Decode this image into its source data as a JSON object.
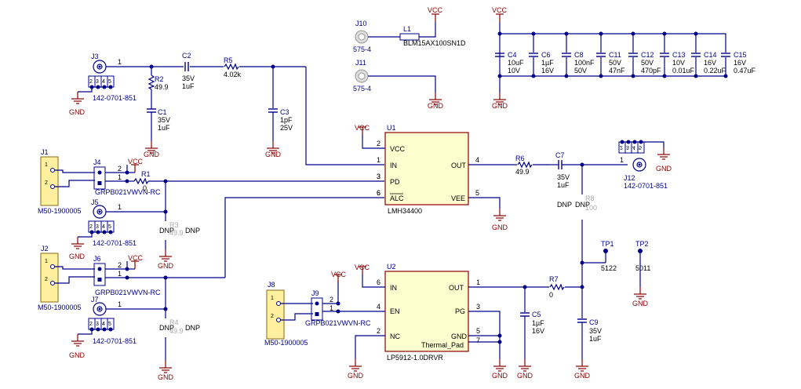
{
  "symbols": {
    "vcc": "VCC",
    "gnd": "GND"
  },
  "j1": {
    "ref": "J1",
    "part": "M50-1900005"
  },
  "j2": {
    "ref": "J2",
    "part": "M50-1900005"
  },
  "j8": {
    "ref": "J8",
    "part": "M50-1900005"
  },
  "j4": {
    "ref": "J4",
    "part": "GRPB021VWVN-RC"
  },
  "j6": {
    "ref": "J6",
    "part": "GRPB021VWVN-RC"
  },
  "j9": {
    "ref": "J9",
    "part": "GRPB021VWVN-RC"
  },
  "j3": {
    "ref": "J3",
    "part": "142-0701-851"
  },
  "j5": {
    "ref": "J5",
    "part": "142-0701-851"
  },
  "j7": {
    "ref": "J7",
    "part": "142-0701-851"
  },
  "j12": {
    "ref": "J12",
    "part": "142-0701-851"
  },
  "j10": {
    "ref": "J10",
    "part": "575-4"
  },
  "j11": {
    "ref": "J11",
    "part": "575-4"
  },
  "l1": {
    "ref": "L1",
    "part": "BLM15AX100SN1D"
  },
  "r1": {
    "ref": "R1",
    "value": "0"
  },
  "r2": {
    "ref": "R2",
    "value": "49.9"
  },
  "r3": {
    "ref": "R3",
    "value": "49.9",
    "dnp": "DNP",
    "dnp2": "DNP"
  },
  "r4": {
    "ref": "R4",
    "value": "49.9",
    "dnp": "DNP",
    "dnp2": "DNP"
  },
  "r5": {
    "ref": "R5",
    "value": "4.02k"
  },
  "r6": {
    "ref": "R6",
    "value": "49.9"
  },
  "r7": {
    "ref": "R7",
    "value": "0"
  },
  "r8": {
    "ref": "R8",
    "value": "100",
    "dnp": "DNP",
    "dnp2": "DNP"
  },
  "c1": {
    "ref": "C1",
    "v": "35V",
    "val": "1uF"
  },
  "c2": {
    "ref": "C2",
    "v": "35V",
    "val": "1uF"
  },
  "c3": {
    "ref": "C3",
    "v": "1pF",
    "val": "25V"
  },
  "c5": {
    "ref": "C5",
    "v": "1µF",
    "val": "16V"
  },
  "c7": {
    "ref": "C7",
    "v": "35V",
    "val": "1uF"
  },
  "c9": {
    "ref": "C9",
    "v": "35V",
    "val": "1uF"
  },
  "caps": [
    {
      "ref": "C4",
      "v1": "10uF",
      "v2": "10V"
    },
    {
      "ref": "C6",
      "v1": "1µF",
      "v2": "16V"
    },
    {
      "ref": "C8",
      "v1": "100nF",
      "v2": "50V"
    },
    {
      "ref": "C11",
      "v1": "50V",
      "v2": "47nF"
    },
    {
      "ref": "C12",
      "v1": "50V",
      "v2": "470pF"
    },
    {
      "ref": "C13",
      "v1": "10V",
      "v2": "0.01uF"
    },
    {
      "ref": "C14",
      "v1": "16V",
      "v2": "0.22uF"
    },
    {
      "ref": "C15",
      "v1": "16V",
      "v2": "0.47uF"
    }
  ],
  "tp1": {
    "ref": "TP1",
    "part": "5122"
  },
  "tp2": {
    "ref": "TP2",
    "part": "5011"
  },
  "u1": {
    "ref": "U1",
    "part": "LMH34400",
    "pins": {
      "vcc": "VCC",
      "in": "IN",
      "pd": "PD",
      "alc": "ALC",
      "out": "OUT",
      "vee": "VEE"
    }
  },
  "u2": {
    "ref": "U2",
    "part": "LP5912-1.0DRVR",
    "pins": {
      "in": "IN",
      "en": "EN",
      "nc": "NC",
      "out": "OUT",
      "pg": "PG",
      "gnd": "GND",
      "pad": "Thermal_Pad"
    }
  },
  "pinnums": {
    "one": "1",
    "two": "2",
    "three": "3",
    "four": "4",
    "five": "5",
    "six": "6",
    "seven": "7"
  }
}
